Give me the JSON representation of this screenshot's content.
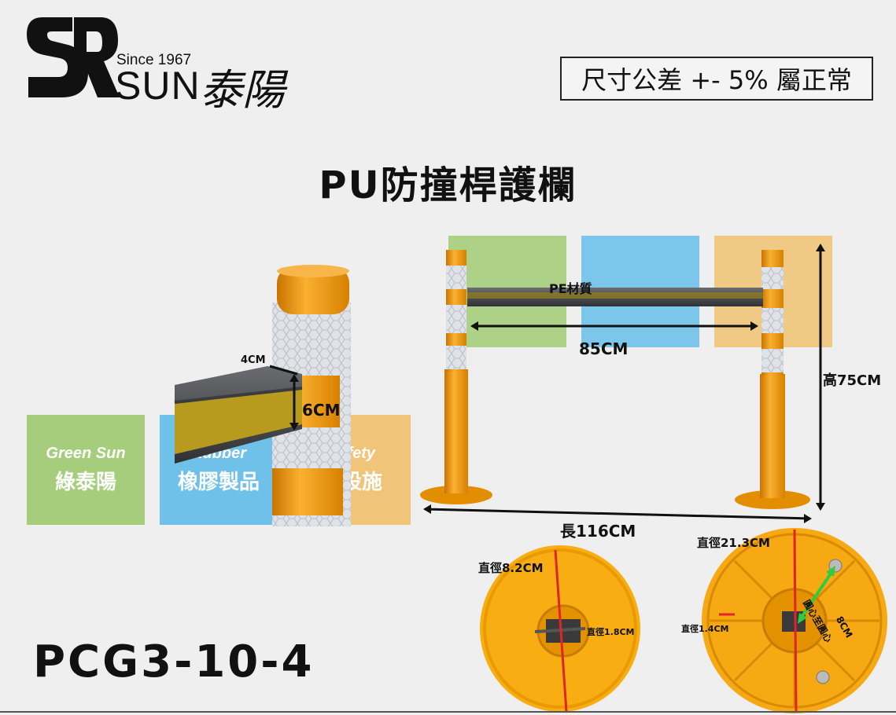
{
  "logo": {
    "since": "Since 1967",
    "brand_en": "SUN",
    "brand_zh": "泰陽"
  },
  "tolerance_note": "尺寸公差 +- 5% 屬正常",
  "title": "PU防撞桿護欄",
  "model": "PCG3-10-4",
  "panels": {
    "green": {
      "en": "Green Sun",
      "zh": "綠泰陽"
    },
    "blue": {
      "en": "Rubber",
      "zh": "橡膠製品"
    },
    "orange": {
      "en": "Safety",
      "zh": "安設施"
    }
  },
  "dimensions": {
    "rail_material": "PE材質",
    "rail_span": "85CM",
    "height": "高75CM",
    "length": "長116CM",
    "rail_width": "4CM",
    "rail_height": "6CM",
    "top_diameter": "直徑8.2CM",
    "hole_diameter": "直徑1.8CM",
    "base_diameter": "直徑21.3CM",
    "bolt_hole_diameter": "直徑1.4CM",
    "center_to_center_label": "圓心至圓心",
    "center_to_center": "8CM"
  },
  "colors": {
    "post_orange": "#f5a31a",
    "reflective": "#d8dde2",
    "rail": "#4a4c50",
    "arrow_red": "#e0242a",
    "arrow_green": "#2ecc40"
  }
}
